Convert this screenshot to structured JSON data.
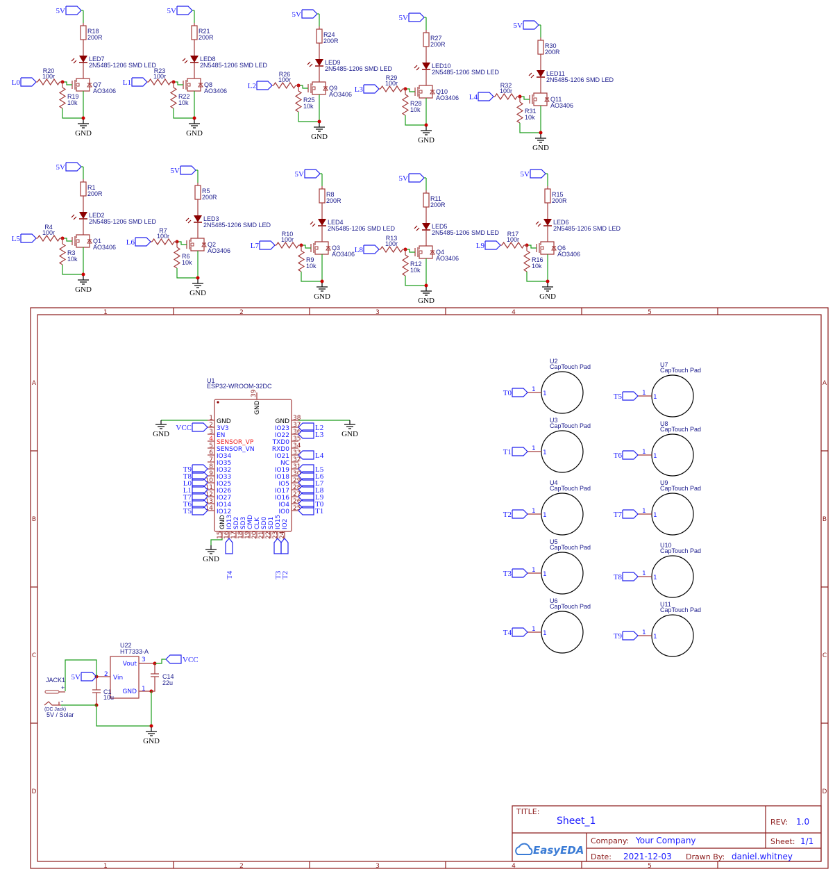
{
  "colors": {
    "wire": "#1a9c1a",
    "part": "#a33a3a",
    "net": "#2222ee",
    "label": "#1a1a8c",
    "frame": "#8b1a1a",
    "junction": "#cc0000",
    "pin_red": "#ee2222"
  },
  "led_drivers": [
    {
      "input": "L0",
      "r_gate": "R20",
      "r_gate_val": "100r",
      "r_pd": "R19",
      "r_pd_val": "10k",
      "fet": "Q7",
      "fet_val": "AO3406",
      "r_led": "R18",
      "r_led_val": "200R",
      "led": "LED7",
      "led_val": "2N5485-1206 SMD LED",
      "supply": "5V",
      "ground": "GND"
    },
    {
      "input": "L1",
      "r_gate": "R23",
      "r_gate_val": "100r",
      "r_pd": "R22",
      "r_pd_val": "10k",
      "fet": "Q8",
      "fet_val": "AO3406",
      "r_led": "R21",
      "r_led_val": "200R",
      "led": "LED8",
      "led_val": "2N5485-1206 SMD LED",
      "supply": "5V",
      "ground": "GND"
    },
    {
      "input": "L2",
      "r_gate": "R26",
      "r_gate_val": "100r",
      "r_pd": "R25",
      "r_pd_val": "10k",
      "fet": "Q9",
      "fet_val": "AO3406",
      "r_led": "R24",
      "r_led_val": "200R",
      "led": "LED9",
      "led_val": "2N5485-1206 SMD LED",
      "supply": "5V",
      "ground": "GND"
    },
    {
      "input": "L3",
      "r_gate": "R29",
      "r_gate_val": "100r",
      "r_pd": "R28",
      "r_pd_val": "10k",
      "fet": "Q10",
      "fet_val": "AO3406",
      "r_led": "R27",
      "r_led_val": "200R",
      "led": "LED10",
      "led_val": "2N5485-1206 SMD LED",
      "supply": "5V",
      "ground": "GND"
    },
    {
      "input": "L4",
      "r_gate": "R32",
      "r_gate_val": "100r",
      "r_pd": "R31",
      "r_pd_val": "10k",
      "fet": "Q11",
      "fet_val": "AO3406",
      "r_led": "R30",
      "r_led_val": "200R",
      "led": "LED11",
      "led_val": "2N5485-1206 SMD LED",
      "supply": "5V",
      "ground": "GND"
    },
    {
      "input": "L5",
      "r_gate": "R4",
      "r_gate_val": "100r",
      "r_pd": "R3",
      "r_pd_val": "10k",
      "fet": "Q1",
      "fet_val": "AO3406",
      "r_led": "R1",
      "r_led_val": "200R",
      "led": "LED2",
      "led_val": "2N5485-1206 SMD LED",
      "supply": "5V",
      "ground": "GND"
    },
    {
      "input": "L6",
      "r_gate": "R7",
      "r_gate_val": "100r",
      "r_pd": "R6",
      "r_pd_val": "10k",
      "fet": "Q2",
      "fet_val": "AO3406",
      "r_led": "R5",
      "r_led_val": "200R",
      "led": "LED3",
      "led_val": "2N5485-1206 SMD LED",
      "supply": "5V",
      "ground": "GND"
    },
    {
      "input": "L7",
      "r_gate": "R10",
      "r_gate_val": "100r",
      "r_pd": "R9",
      "r_pd_val": "10k",
      "fet": "Q3",
      "fet_val": "AO3406",
      "r_led": "R8",
      "r_led_val": "200R",
      "led": "LED4",
      "led_val": "2N5485-1206 SMD LED",
      "supply": "5V",
      "ground": "GND"
    },
    {
      "input": "L8",
      "r_gate": "R13",
      "r_gate_val": "100r",
      "r_pd": "R12",
      "r_pd_val": "10k",
      "fet": "Q4",
      "fet_val": "AO3406",
      "r_led": "R11",
      "r_led_val": "200R",
      "led": "LED5",
      "led_val": "2N5485-1206 SMD LED",
      "supply": "5V",
      "ground": "GND"
    },
    {
      "input": "L9",
      "r_gate": "R17",
      "r_gate_val": "100r",
      "r_pd": "R16",
      "r_pd_val": "10k",
      "fet": "Q6",
      "fet_val": "AO3406",
      "r_led": "R15",
      "r_led_val": "200R",
      "led": "LED6",
      "led_val": "2N5485-1206 SMD LED",
      "supply": "5V",
      "ground": "GND"
    }
  ],
  "frame": {
    "columns": [
      "1",
      "2",
      "3",
      "4",
      "5"
    ],
    "rows": [
      "A",
      "B",
      "C",
      "D"
    ]
  },
  "esp32": {
    "ref": "U1",
    "value": "ESP32-WROOM-32DC",
    "top_pin": {
      "num": "39",
      "name": "GND"
    },
    "left_pins": [
      {
        "num": "1",
        "name": "GND",
        "net": "GND"
      },
      {
        "num": "2",
        "name": "3V3",
        "net": "VCC"
      },
      {
        "num": "3",
        "name": "EN",
        "net": ""
      },
      {
        "num": "4",
        "name": "SENSOR_VP",
        "net": "",
        "highlight": true
      },
      {
        "num": "5",
        "name": "SENSOR_VN",
        "net": ""
      },
      {
        "num": "6",
        "name": "IO34",
        "net": ""
      },
      {
        "num": "7",
        "name": "IO35",
        "net": ""
      },
      {
        "num": "8",
        "name": "IO32",
        "net": "T9"
      },
      {
        "num": "9",
        "name": "IO33",
        "net": "T8"
      },
      {
        "num": "10",
        "name": "IO25",
        "net": "L0"
      },
      {
        "num": "11",
        "name": "IO26",
        "net": "L1"
      },
      {
        "num": "12",
        "name": "IO27",
        "net": "T7"
      },
      {
        "num": "13",
        "name": "IO14",
        "net": "T6"
      },
      {
        "num": "14",
        "name": "IO12",
        "net": "T5"
      }
    ],
    "right_pins": [
      {
        "num": "38",
        "name": "GND",
        "net": "GND"
      },
      {
        "num": "37",
        "name": "IO23",
        "net": "L2"
      },
      {
        "num": "36",
        "name": "IO22",
        "net": "L3"
      },
      {
        "num": "35",
        "name": "TXD0",
        "net": ""
      },
      {
        "num": "34",
        "name": "RXD0",
        "net": ""
      },
      {
        "num": "33",
        "name": "IO21",
        "net": "L4"
      },
      {
        "num": "32",
        "name": "NC",
        "net": ""
      },
      {
        "num": "31",
        "name": "IO19",
        "net": "L5"
      },
      {
        "num": "30",
        "name": "IO18",
        "net": "L6"
      },
      {
        "num": "29",
        "name": "IO5",
        "net": "L7"
      },
      {
        "num": "28",
        "name": "IO17",
        "net": "L8"
      },
      {
        "num": "27",
        "name": "IO16",
        "net": "L9"
      },
      {
        "num": "26",
        "name": "IO4",
        "net": "T0"
      },
      {
        "num": "25",
        "name": "IO0",
        "net": "T1"
      }
    ],
    "bottom_pins": [
      {
        "num": "15",
        "name": "GND",
        "net": "GND"
      },
      {
        "num": "16",
        "name": "IO13",
        "net": "T4"
      },
      {
        "num": "17",
        "name": "SD2",
        "net": ""
      },
      {
        "num": "18",
        "name": "SD3",
        "net": ""
      },
      {
        "num": "19",
        "name": "CMD",
        "net": ""
      },
      {
        "num": "20",
        "name": "CLK",
        "net": ""
      },
      {
        "num": "21",
        "name": "SD0",
        "net": ""
      },
      {
        "num": "22",
        "name": "SD1",
        "net": ""
      },
      {
        "num": "23",
        "name": "IO15",
        "net": "T3"
      },
      {
        "num": "24",
        "name": "IO2",
        "net": "T2"
      }
    ]
  },
  "touch_pads": [
    {
      "ref": "U2",
      "value": "CapTouch Pad",
      "net": "T0",
      "pin": "1"
    },
    {
      "ref": "U3",
      "value": "CapTouch Pad",
      "net": "T1",
      "pin": "1"
    },
    {
      "ref": "U4",
      "value": "CapTouch Pad",
      "net": "T2",
      "pin": "1"
    },
    {
      "ref": "U5",
      "value": "CapTouch Pad",
      "net": "T3",
      "pin": "1"
    },
    {
      "ref": "U6",
      "value": "CapTouch Pad",
      "net": "T4",
      "pin": "1"
    },
    {
      "ref": "U7",
      "value": "CapTouch Pad",
      "net": "T5",
      "pin": "1"
    },
    {
      "ref": "U8",
      "value": "CapTouch Pad",
      "net": "T6",
      "pin": "1"
    },
    {
      "ref": "U9",
      "value": "CapTouch Pad",
      "net": "T7",
      "pin": "1"
    },
    {
      "ref": "U10",
      "value": "CapTouch Pad",
      "net": "T8",
      "pin": "1"
    },
    {
      "ref": "U11",
      "value": "CapTouch Pad",
      "net": "T9",
      "pin": "1"
    }
  ],
  "power": {
    "regulator": {
      "ref": "U22",
      "value": "HT7333-A",
      "pin_vin": "Vin",
      "pin_vout": "Vout",
      "pin_gnd": "GND",
      "num_vin": "2",
      "num_vout": "3",
      "num_gnd": "1"
    },
    "c_in": {
      "ref": "C1",
      "value": "10u"
    },
    "c_out": {
      "ref": "C14",
      "value": "22u"
    },
    "jack": {
      "ref": "JACK1",
      "type": "(DC Jack)",
      "value": "5V / Solar",
      "plus": "+",
      "minus": "-"
    },
    "in_net": "5V",
    "out_net": "VCC",
    "ground": "GND"
  },
  "title_block": {
    "title_label": "TITLE:",
    "title": "Sheet_1",
    "rev_label": "REV:",
    "rev": "1.0",
    "company_label": "Company:",
    "company": "Your Company",
    "sheet_label": "Sheet:",
    "sheet": "1/1",
    "date_label": "Date:",
    "date": "2021-12-03",
    "drawn_label": "Drawn By:",
    "drawn_by": "daniel.whitney",
    "logo": "EasyEDA"
  }
}
